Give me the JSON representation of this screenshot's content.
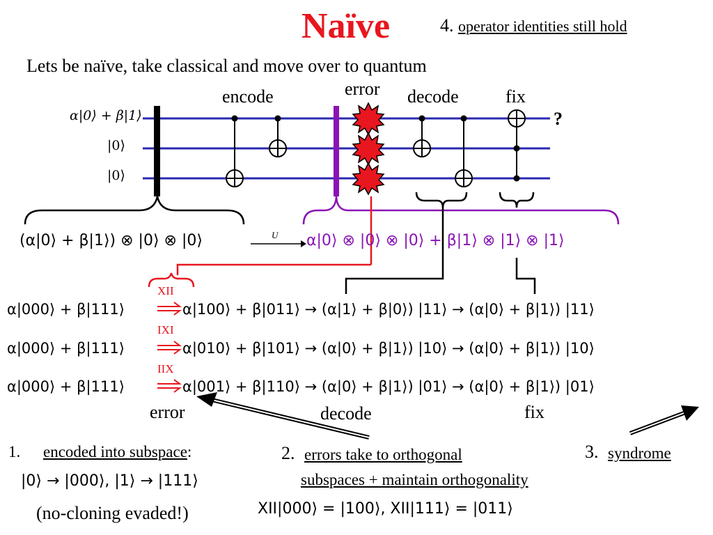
{
  "slide": {
    "title": "Naïve",
    "point4": {
      "num": "4.",
      "text": "operator identities still hold"
    },
    "subtitle": "Lets be naïve, take classical and move over to quantum"
  },
  "circuit": {
    "labels": {
      "encode": "encode",
      "error": "error",
      "decode": "decode",
      "fix": "fix",
      "output": "?"
    },
    "inputs": [
      "α|0⟩ + β|1⟩",
      "|0⟩",
      "|0⟩"
    ],
    "encoded_input": "(α|0⟩ + β|1⟩) ⊗ |0⟩ ⊗ |0⟩",
    "arrow_label": "U",
    "encoded_state": "α|0⟩ ⊗ |0⟩ ⊗ |0⟩ + β|1⟩ ⊗ |1⟩ ⊗ |1⟩"
  },
  "rows": [
    {
      "op": "XII",
      "start": "α|000⟩ + β|111⟩",
      "after_error": "α|100⟩ + β|011⟩ → (α|1⟩ + β|0⟩) |11⟩ → (α|0⟩ + β|1⟩) |11⟩"
    },
    {
      "op": "IXI",
      "start": "α|000⟩ + β|111⟩",
      "after_error": "α|010⟩ + β|101⟩ → (α|0⟩ + β|1⟩) |10⟩ → (α|0⟩ + β|1⟩) |10⟩"
    },
    {
      "op": "IIX",
      "start": "α|000⟩ + β|111⟩",
      "after_error": "α|001⟩ + β|110⟩ → (α|0⟩ + β|1⟩) |01⟩ → (α|0⟩ + β|1⟩) |01⟩"
    }
  ],
  "bottom_labels": {
    "error": "error",
    "decode": "decode",
    "fix": "fix"
  },
  "notes": {
    "n1": {
      "num": "1.",
      "text": "encoded into subspace",
      "colon": ":",
      "eq": "|0⟩ → |000⟩, |1⟩ → |111⟩",
      "paren": "(no-cloning evaded!)"
    },
    "n2": {
      "num": "2.",
      "line1": "errors take to orthogonal",
      "line2": "subspaces + maintain orthogonality",
      "eq": "XII|000⟩ = |100⟩, XII|111⟩ = |011⟩"
    },
    "n3": {
      "num": "3.",
      "text": "syndrome"
    }
  },
  "colors": {
    "title": "#e8161e",
    "wire": "#2a2ab0",
    "purple": "#8a14b4",
    "red": "#e8161e"
  }
}
